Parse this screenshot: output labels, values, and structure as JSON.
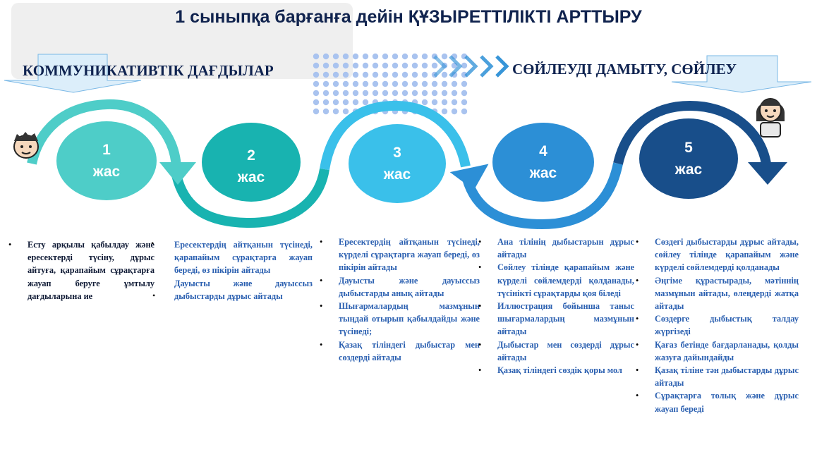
{
  "title": "1 сыныпқа барғанға дейін ҚҰЗЫРЕТТІЛІКТІ  АРТТЫРУ",
  "left_heading": "КОММУНИКАТИВТІК ДАҒДЫЛАР",
  "right_heading": "СӨЙЛЕУДІ ДАМЫТУ, СӨЙЛЕУ",
  "colors": {
    "c1": "#4ecdc8",
    "c2": "#18b3b0",
    "c3": "#3ac0ea",
    "c4": "#2c8fd6",
    "c5": "#184e8a",
    "text_dark": "#0f1a35",
    "text_blue": "#2a5fb0"
  },
  "icons": [
    "arrow-down-icon",
    "chevron-icon",
    "boy-face-icon",
    "girl-face-icon",
    "dot-grid-icon"
  ],
  "ages": [
    {
      "num": "1",
      "unit": "жас"
    },
    {
      "num": "2",
      "unit": "жас"
    },
    {
      "num": "3",
      "unit": "жас"
    },
    {
      "num": "4",
      "unit": "жас"
    },
    {
      "num": "5",
      "unit": "жас"
    }
  ],
  "columns": [
    [
      "Есту арқылы қабылдау және ересектерді түсіну, дұрыс айтуға, қарапайым сұрақтарға жауап беруге ұмтылу дағдыларына ие"
    ],
    [
      "Ересектердің айтқанын түсінеді, қарапайым сұрақтарға жауап береді, өз пікірін айтады",
      "Дауысты және дауыссыз дыбыстарды дұрыс айтады"
    ],
    [
      "Ересектердің айтқанын түсінеді, күрделі сұрақтарға жауап береді, өз пікірін айтады",
      "Дауысты және дауыссыз дыбыстарды анық айтады",
      "Шығармалардың мазмұнын тыңдай отырып қабылдайды және түсінеді;",
      "Қазақ тіліндегі дыбыстар мен сөздерді айтады"
    ],
    [
      "Ана тілінің дыбыстарын дұрыс айтады",
      "Сөйлеу тілінде қарапайым және күрделі сөйлемдерді қолданады, түсінікті сұрақтарды қоя біледі",
      "Иллюстрация бойынша таныс шығармалардың мазмұнын айтады",
      "Дыбыстар мен сөздерді дұрыс айтады",
      "Қазақ тіліндегі сөздік қоры мол"
    ],
    [
      "Сөздегі дыбыстарды дұрыс айтады, сөйлеу тілінде қарапайым және күрделі сөйлемдерді қолданады",
      "Әңгіме құрастырады, мәтіннің мазмұнын айтады, өлеңдерді жатқа айтады",
      "Сөздерге дыбыстық талдау жүргізеді",
      "Қағаз бетінде бағдарланады, қолды жазуға дайындайды",
      "Қазақ тіліне тән дыбыстарды дұрыс айтады",
      "Сұрақтарға толық және дұрыс жауап береді"
    ]
  ]
}
